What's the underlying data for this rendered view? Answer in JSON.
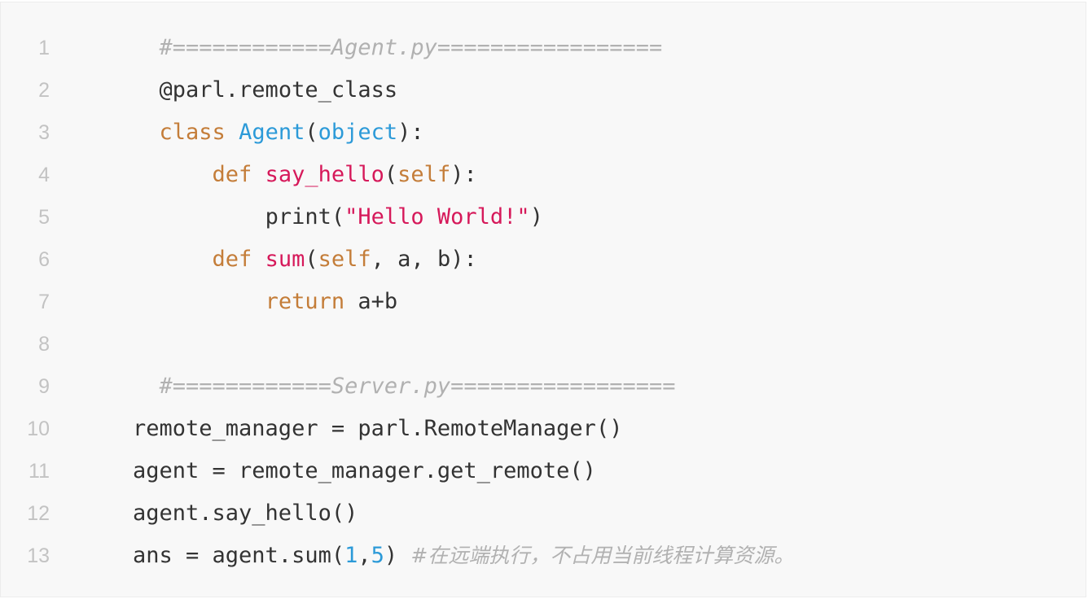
{
  "code_block": {
    "indent_unit": "  ",
    "lines": [
      {
        "number": "1",
        "indent": 1,
        "tokens": [
          {
            "type": "comment",
            "text": "#============Agent.py================="
          }
        ]
      },
      {
        "number": "2",
        "indent": 1,
        "tokens": [
          {
            "type": "plain",
            "text": "@parl.remote_class"
          }
        ]
      },
      {
        "number": "3",
        "indent": 1,
        "tokens": [
          {
            "type": "keyword",
            "text": "class"
          },
          {
            "type": "plain",
            "text": " "
          },
          {
            "type": "class",
            "text": "Agent"
          },
          {
            "type": "plain",
            "text": "("
          },
          {
            "type": "builtin",
            "text": "object"
          },
          {
            "type": "plain",
            "text": "):"
          }
        ]
      },
      {
        "number": "4",
        "indent": 3,
        "tokens": [
          {
            "type": "keyword",
            "text": "def"
          },
          {
            "type": "plain",
            "text": " "
          },
          {
            "type": "func",
            "text": "say_hello"
          },
          {
            "type": "plain",
            "text": "("
          },
          {
            "type": "keyword",
            "text": "self"
          },
          {
            "type": "plain",
            "text": "):"
          }
        ]
      },
      {
        "number": "5",
        "indent": 5,
        "tokens": [
          {
            "type": "plain",
            "text": "print("
          },
          {
            "type": "string",
            "text": "\"Hello World!\""
          },
          {
            "type": "plain",
            "text": ")"
          }
        ]
      },
      {
        "number": "6",
        "indent": 3,
        "tokens": [
          {
            "type": "keyword",
            "text": "def"
          },
          {
            "type": "plain",
            "text": " "
          },
          {
            "type": "func",
            "text": "sum"
          },
          {
            "type": "plain",
            "text": "("
          },
          {
            "type": "keyword",
            "text": "self"
          },
          {
            "type": "plain",
            "text": ", a, b):"
          }
        ]
      },
      {
        "number": "7",
        "indent": 5,
        "tokens": [
          {
            "type": "keyword",
            "text": "return"
          },
          {
            "type": "plain",
            "text": " a+b"
          }
        ]
      },
      {
        "number": "8",
        "indent": 0,
        "tokens": []
      },
      {
        "number": "9",
        "indent": 1,
        "tokens": [
          {
            "type": "comment",
            "text": "#============Server.py================="
          }
        ]
      },
      {
        "number": "10",
        "indent": 0,
        "tokens": [
          {
            "type": "plain",
            "text": "remote_manager = parl.RemoteManager()"
          }
        ]
      },
      {
        "number": "11",
        "indent": 0,
        "tokens": [
          {
            "type": "plain",
            "text": "agent = remote_manager.get_remote()"
          }
        ]
      },
      {
        "number": "12",
        "indent": 0,
        "tokens": [
          {
            "type": "plain",
            "text": "agent.say_hello()"
          }
        ]
      },
      {
        "number": "13",
        "indent": 0,
        "tokens": [
          {
            "type": "plain",
            "text": "ans = agent.sum("
          },
          {
            "type": "number",
            "text": "1"
          },
          {
            "type": "plain",
            "text": ","
          },
          {
            "type": "number",
            "text": "5"
          },
          {
            "type": "plain",
            "text": ") "
          },
          {
            "type": "comment-cjk",
            "text": "#在远端执行，不占用当前线程计算资源。"
          }
        ]
      }
    ]
  },
  "colors": {
    "background": "#f8f8f8",
    "line_number": "#c3c3c3",
    "plain": "#333333",
    "comment": "#b1b1b1",
    "keyword": "#c47d39",
    "class_name": "#2c9ad8",
    "function_name": "#d6195a",
    "string": "#d6195a",
    "number": "#2c9ad8"
  }
}
